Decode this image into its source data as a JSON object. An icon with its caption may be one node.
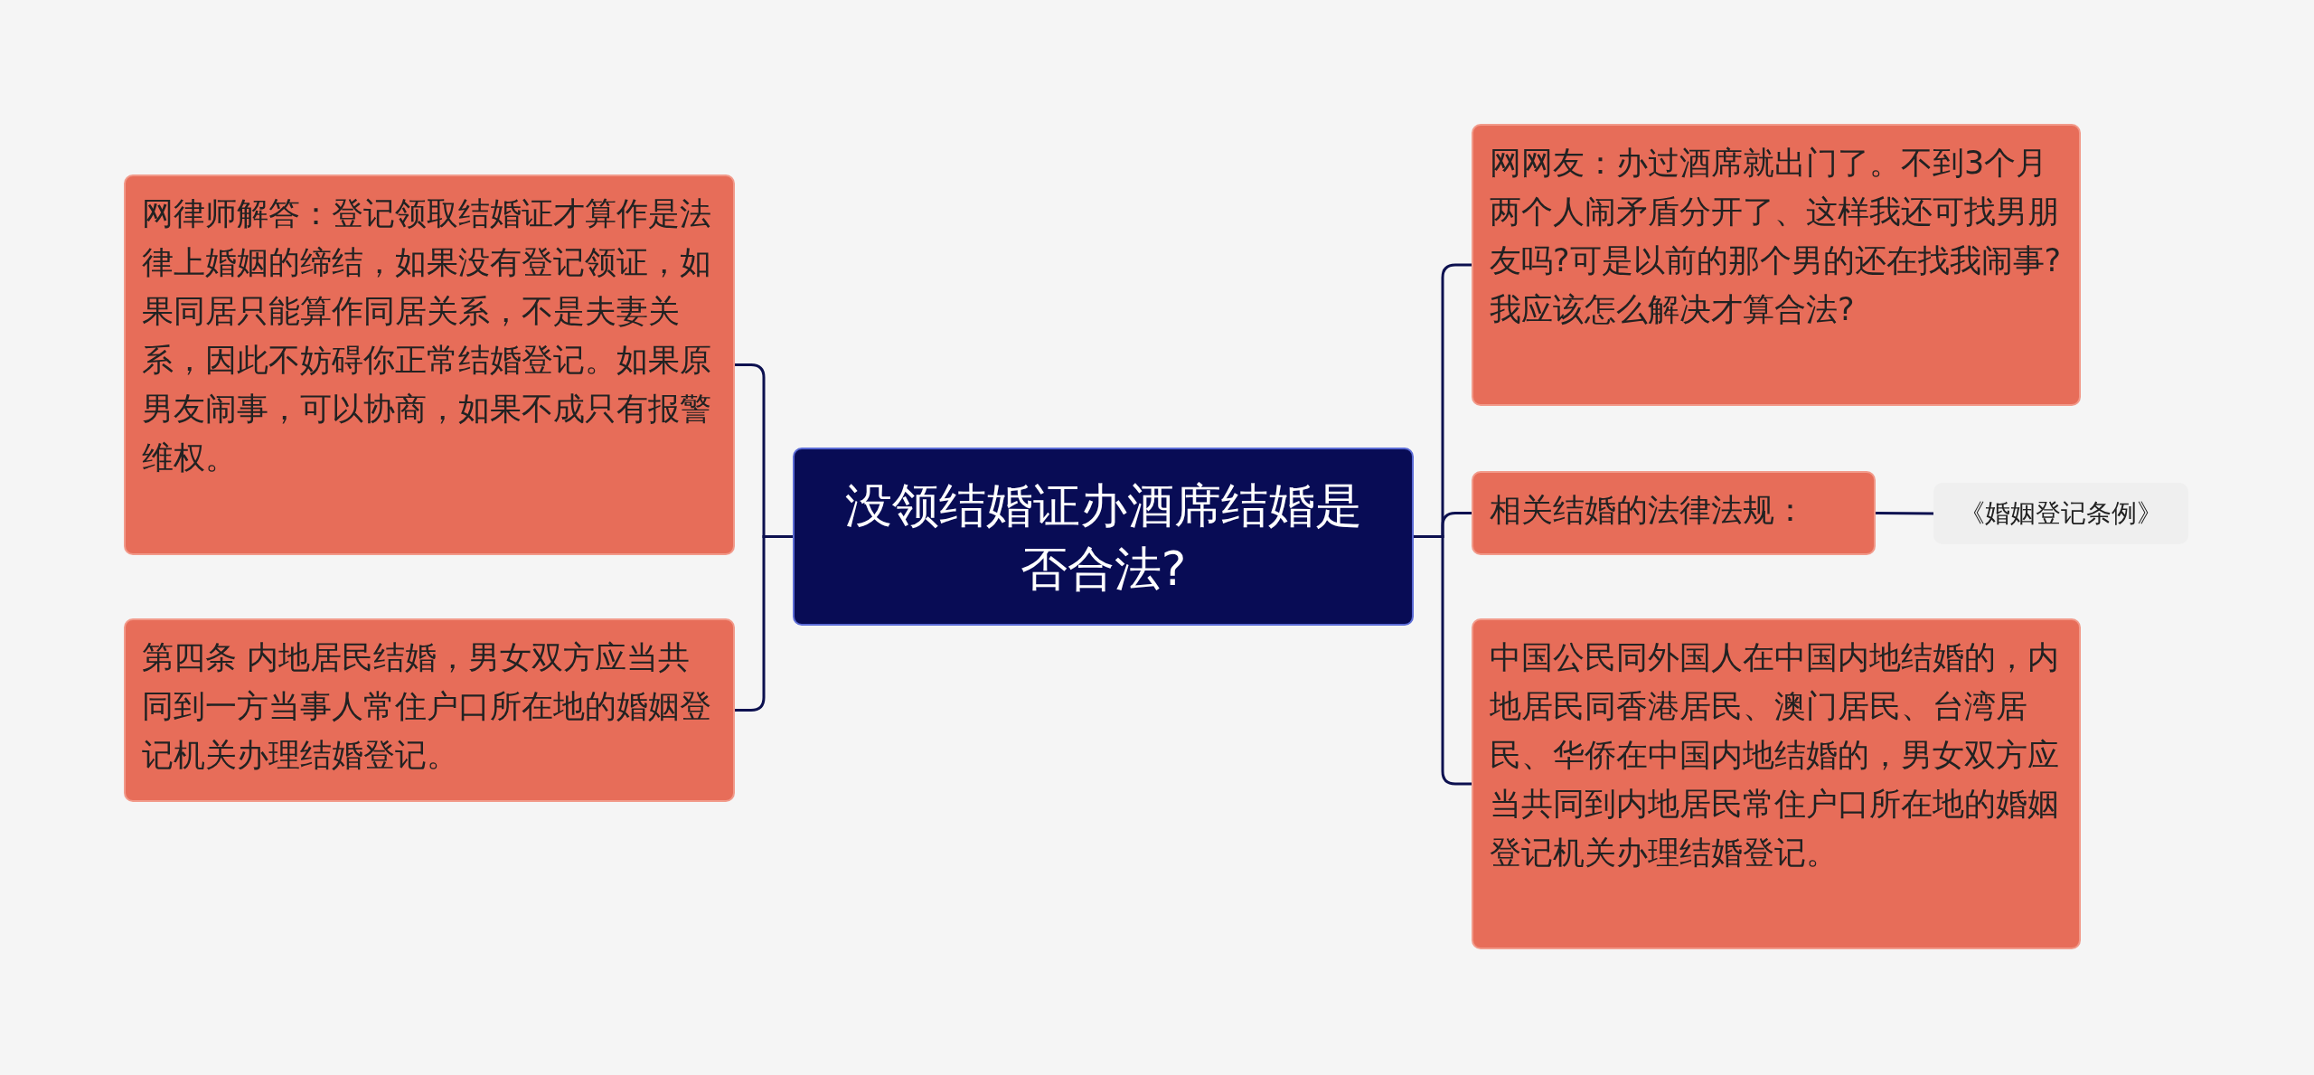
{
  "diagram": {
    "nodes": [
      {
        "text": [
          "没领结婚证办酒席结婚是否合法?"
        ]
      },
      {
        "text": [
          "网律师解答：登记领取结婚证才算作是法律上婚姻的缔结，如果没有登记领证，如果同居只能算作同居关系，不是夫妻关系，因此不妨碍你正常结婚登记。如果原男友闹事，可以协商，如果不成只有报警维权。"
        ]
      },
      {
        "text": [
          "第四条 内地居民结婚，男女双方应当共同到一方当事人常住户口所在地的婚姻登记机关办理结婚登记。"
        ]
      },
      {
        "text": [
          "网网友：办过酒席就出门了。不到3个月两个人闹矛盾分开了、这样我还可找男朋友吗?可是以前的那个男的还在找我闹事?我应该怎么解决才算合法?"
        ]
      },
      {
        "text": [
          "相关结婚的法律法规："
        ]
      },
      {
        "text": [
          "《婚姻登记条例》"
        ]
      },
      {
        "text": [
          "中国公民同外国人在中国内地结婚的，内地居民同香港居民、澳门居民、台湾居民、华侨在中国内地结婚的，男女双方应当共同到内地居民常住户口所在地的婚姻登记机关办理结婚登记。"
        ]
      }
    ],
    "edges": [
      {
        "from": 0,
        "to": 1,
        "arrow": "none"
      },
      {
        "from": 0,
        "to": 2,
        "arrow": "none"
      },
      {
        "from": 0,
        "to": 3,
        "arrow": "none"
      },
      {
        "from": 0,
        "to": 4,
        "arrow": "none"
      },
      {
        "from": 4,
        "to": 5,
        "arrow": "none"
      },
      {
        "from": 0,
        "to": 6,
        "arrow": "none"
      }
    ]
  }
}
